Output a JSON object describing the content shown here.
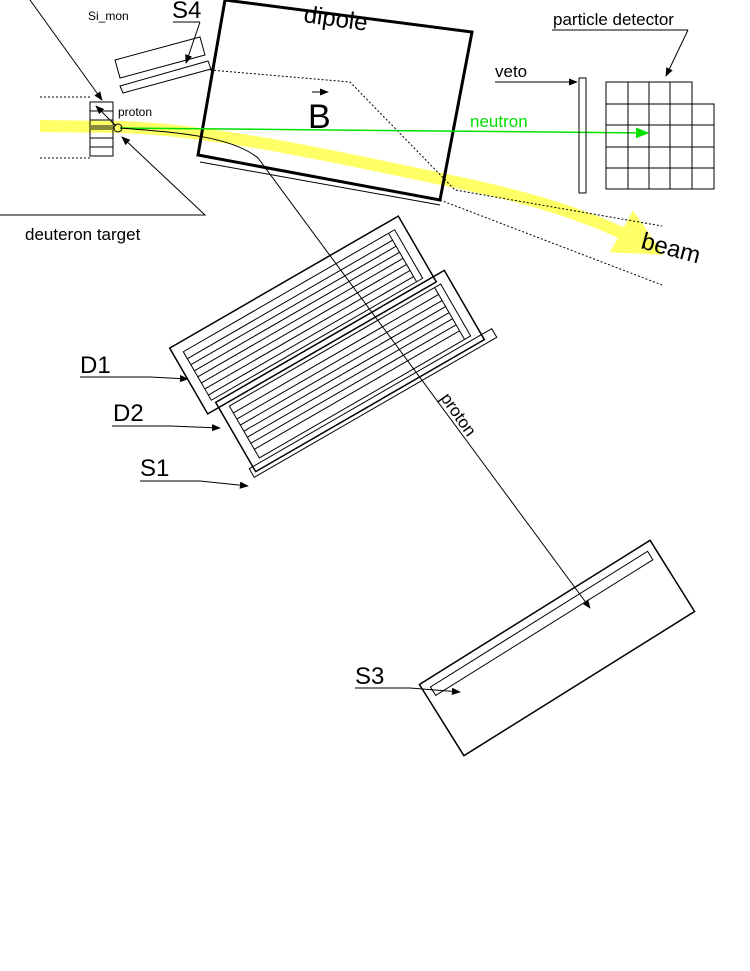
{
  "labels": {
    "si_mon": "Si_mon",
    "s4": "S4",
    "dipole": "dipole",
    "b_field": "B",
    "proton_near": "proton",
    "neutron": "neutron",
    "veto": "veto",
    "particle_detector": "particle detector",
    "deuteron_target": "deuteron target",
    "beam": "beam",
    "d1": "D1",
    "d2": "D2",
    "s1": "S1",
    "proton_track": "proton",
    "s3": "S3"
  },
  "colors": {
    "beam": "#ffff66",
    "neutron": "#00e000",
    "target_spot": "#ffff66",
    "ink": "#000000"
  }
}
